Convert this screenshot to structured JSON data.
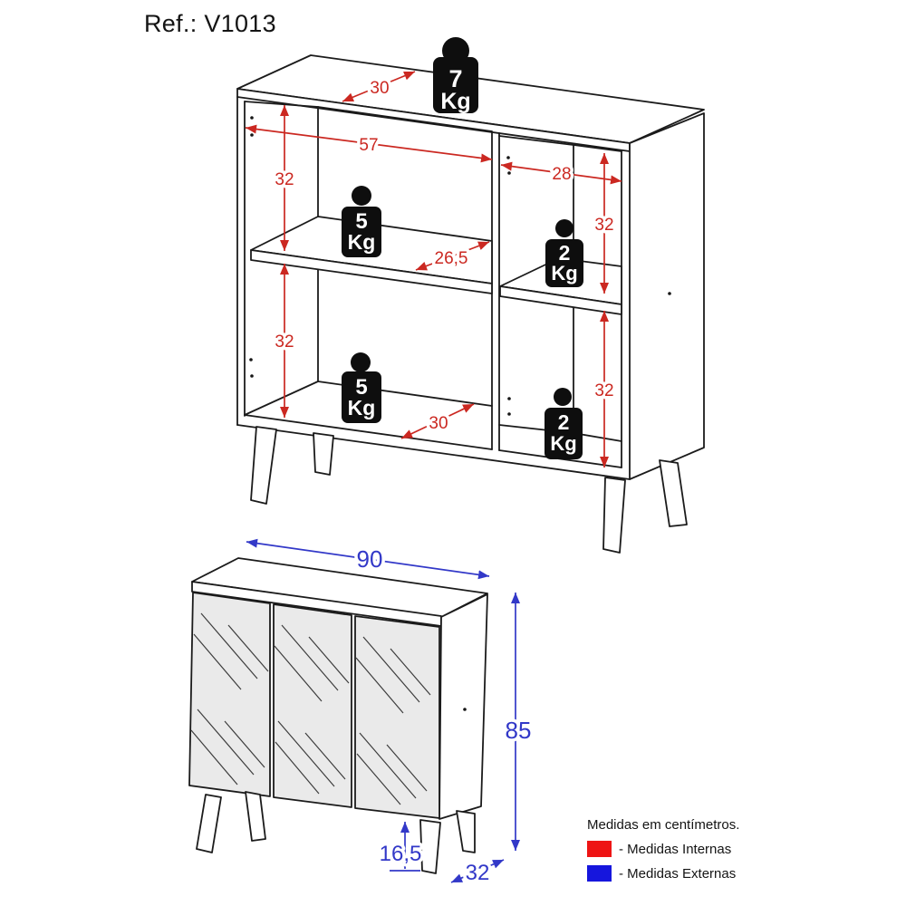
{
  "title": "Ref.: V1013",
  "colors": {
    "internal": "#cb2821",
    "external": "#3238c8",
    "internal_swatch": "#ee1414",
    "external_swatch": "#1616dd",
    "outline": "#1b1b1b"
  },
  "internal_diagram": {
    "dimensions": {
      "top_depth": "30",
      "left_width": "57",
      "right_width": "28",
      "left_upper_height": "32",
      "left_lower_height": "32",
      "right_upper_height": "32",
      "right_lower_height": "32",
      "shelf_depth": "26,5",
      "bottom_depth": "30"
    },
    "weights": {
      "top": {
        "value": "7",
        "unit": "Kg"
      },
      "left_shelf": {
        "value": "5",
        "unit": "Kg"
      },
      "left_bottom": {
        "value": "5",
        "unit": "Kg"
      },
      "right_shelf": {
        "value": "2",
        "unit": "Kg"
      },
      "right_bottom": {
        "value": "2",
        "unit": "Kg"
      }
    }
  },
  "external_diagram": {
    "dimensions": {
      "width": "90",
      "height": "85",
      "leg_height": "16,5",
      "depth": "32"
    }
  },
  "legend": {
    "heading": "Medidas em centímetros.",
    "internal_label": "- Medidas Internas",
    "external_label": "- Medidas Externas"
  }
}
